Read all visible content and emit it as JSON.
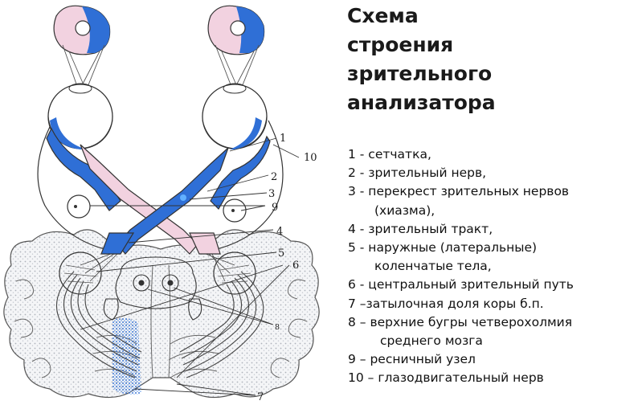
{
  "title_lines": [
    "Схема",
    "строения",
    "зрительного",
    "анализатора"
  ],
  "legend": [
    {
      "text": "1 - сетчатка,",
      "indent": 0
    },
    {
      "text": "2 - зрительный нерв,",
      "indent": 0
    },
    {
      "text": "3 - перекрест зрительных нервов",
      "indent": 0
    },
    {
      "text": "(хиазма),",
      "indent": 1
    },
    {
      "text": "4 - зрительный тракт,",
      "indent": 0
    },
    {
      "text": "5 - наружные (латеральные)",
      "indent": 0
    },
    {
      "text": "коленчатые  тела,",
      "indent": 1
    },
    {
      "text": "6 - центральный зрительный путь",
      "indent": 0
    },
    {
      "text": "7 –затылочная доля коры б.п.",
      "indent": 0
    },
    {
      "text": "8 – верхние бугры четверохолмия",
      "indent": 0
    },
    {
      "text": "среднего мозга",
      "indent": 2
    },
    {
      "text": "9 – ресничный узел",
      "indent": 0
    },
    {
      "text": "10 – глазодвигательный нерв",
      "indent": 0
    }
  ],
  "diagram_labels": {
    "l1": "1",
    "l2": "2",
    "l3": "3",
    "l4": "4",
    "l5": "5",
    "l6": "6",
    "l7": "7",
    "l8": "8",
    "l9": "9",
    "l10": "10"
  },
  "colors": {
    "nerve_blue": "#2f6fd6",
    "nerve_pink": "#f2d2e0",
    "cortex_gray": "#c9ccd2",
    "outline": "#333333"
  }
}
